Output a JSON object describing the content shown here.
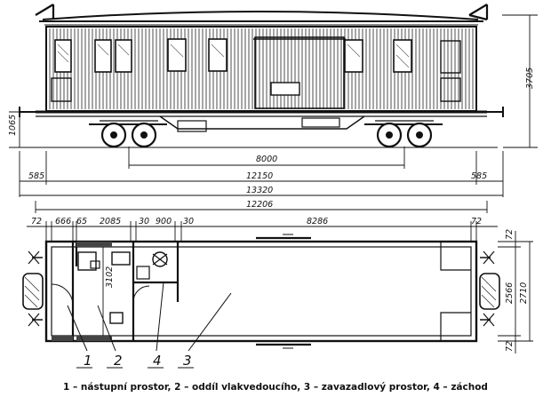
{
  "side_view": {
    "height_dimension": "3705",
    "floor_height_dimension": "1065",
    "bogie_pivot_distance": "8000",
    "overhang_left": "585",
    "overhang_right": "585",
    "body_length": "12150",
    "length_over_buffers": "13320",
    "frame_length": "12206"
  },
  "plan_view": {
    "top_dimensions": [
      "72",
      "666",
      "65",
      "2085",
      "30",
      "900",
      "30",
      "8286",
      "72"
    ],
    "compartment_width": "3102",
    "right_dimensions": [
      "72",
      "2566",
      "2710",
      "72"
    ],
    "callouts": [
      "1",
      "2",
      "4",
      "3"
    ]
  },
  "caption": "1 – nástupní prostor, 2 – oddíl vlakvedoucího, 3 – zavazadlový prostor, 4 – záchod"
}
